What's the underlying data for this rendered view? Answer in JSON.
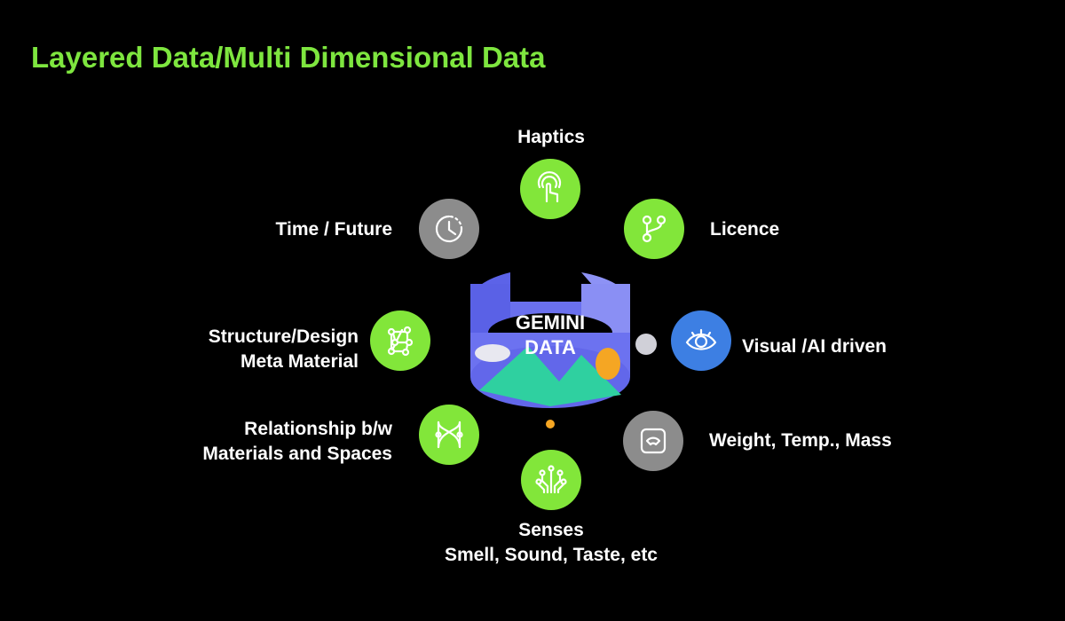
{
  "title": "Layered Data/Multi Dimensional Data",
  "center": {
    "line1": "GEMINI",
    "line2": "DATA"
  },
  "colors": {
    "green": "#82e63a",
    "gray": "#8c8c8c",
    "blue": "#3d7fe3",
    "title": "#7ee63f"
  },
  "nodes": {
    "haptics": {
      "label": "Haptics",
      "icon": "touch-icon"
    },
    "licence": {
      "label": "Licence",
      "icon": "branch-icon"
    },
    "time": {
      "label": "Time / Future",
      "icon": "clock-icon"
    },
    "structure": {
      "line1": "Structure/Design",
      "line2": "Meta Material",
      "icon": "lattice-icon"
    },
    "visual": {
      "label": "Visual /AI driven",
      "icon": "eye-icon"
    },
    "relationship": {
      "line1": "Relationship b/w",
      "line2": "Materials and Spaces",
      "icon": "network-icon"
    },
    "weight": {
      "label": "Weight, Temp., Mass",
      "icon": "scale-icon"
    },
    "senses": {
      "line1": "Senses",
      "line2": "Smell, Sound, Taste, etc",
      "icon": "circuit-icon"
    }
  }
}
